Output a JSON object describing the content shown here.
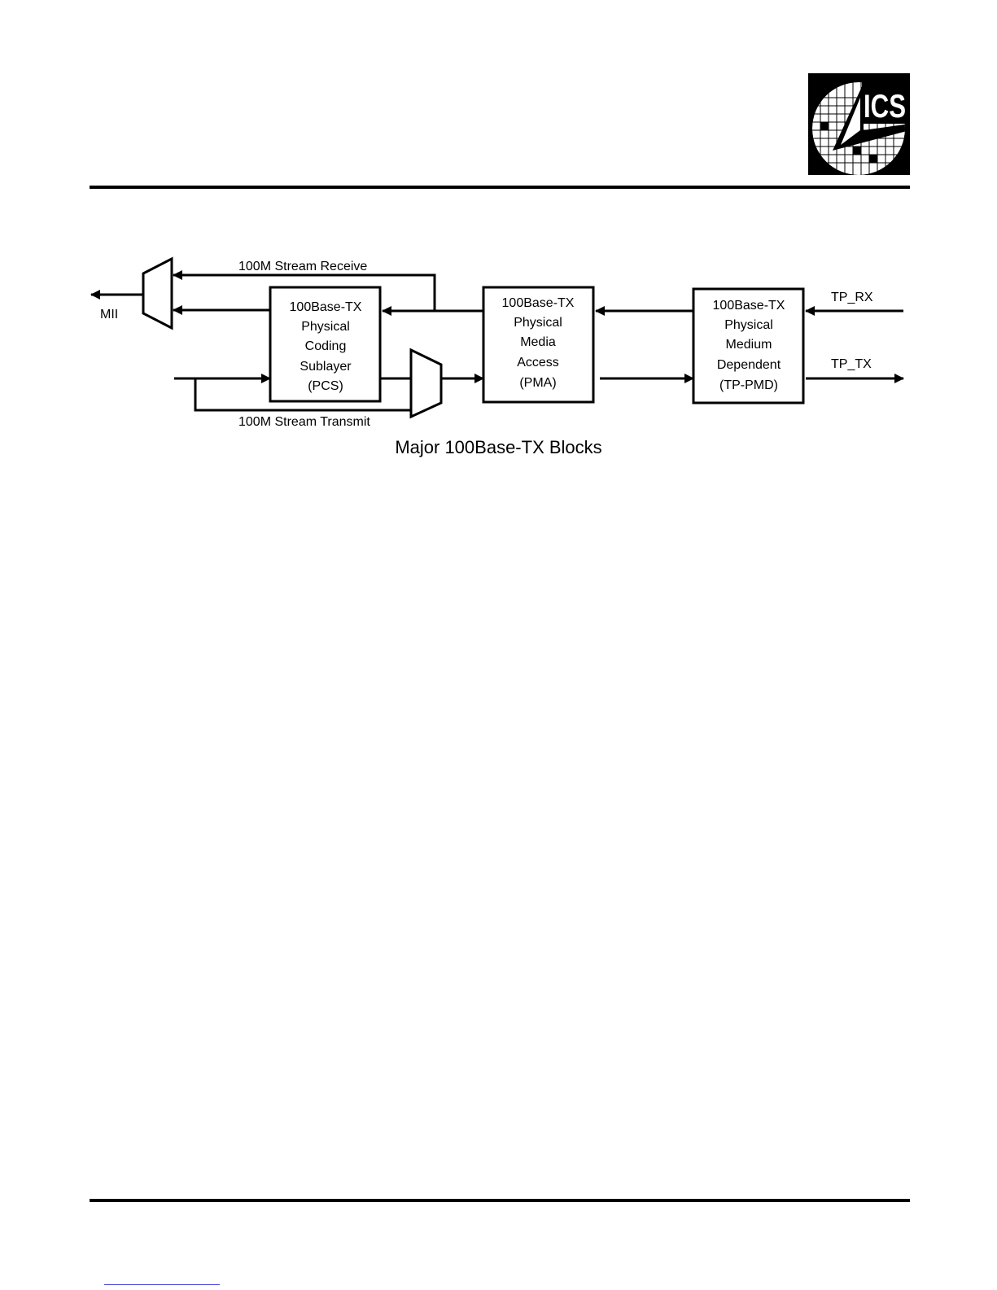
{
  "logo": {
    "text": "ICS"
  },
  "diagram": {
    "pcs": {
      "lines": [
        "100Base-TX",
        "Physical",
        "Coding",
        "Sublayer",
        "(PCS)"
      ]
    },
    "pma": {
      "lines": [
        "100Base-TX",
        "Physical",
        "Media",
        "Access",
        "(PMA)"
      ]
    },
    "pmd": {
      "lines": [
        "100Base-TX",
        "Physical",
        "Medium",
        "Dependent",
        "(TP-PMD)"
      ]
    },
    "labels": {
      "stream_receive": "100M Stream Receive",
      "stream_transmit": "100M Stream Transmit",
      "mii": "MII",
      "tp_rx": "TP_RX",
      "tp_tx": "TP_TX"
    },
    "caption": "Major 100Base-TX Blocks"
  }
}
